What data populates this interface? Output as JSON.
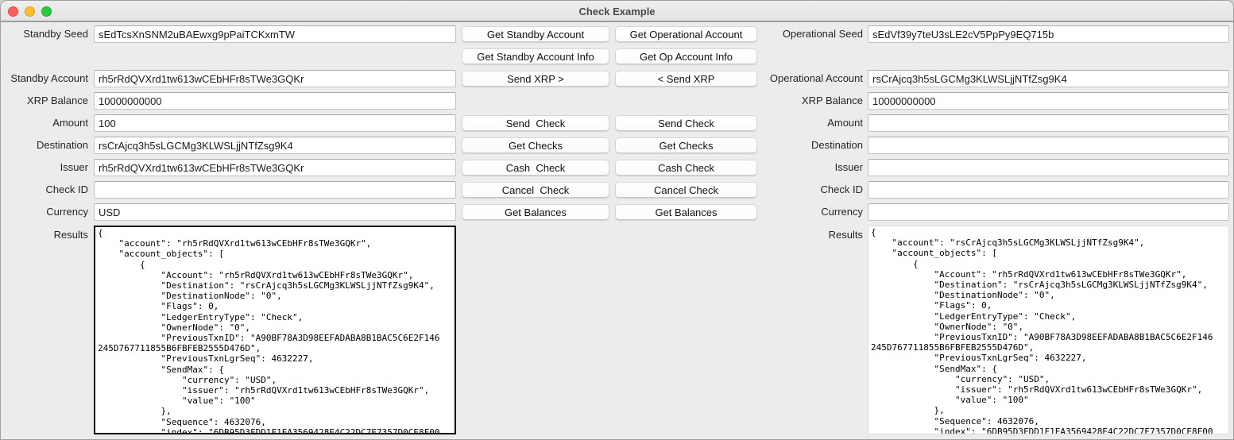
{
  "window": {
    "title": "Check Example"
  },
  "colors": {
    "titlebar_close": "#ff5f57",
    "titlebar_minimize": "#febc2e",
    "titlebar_zoom": "#28c840",
    "background": "#ececec",
    "results_focus_border": "#000000"
  },
  "standby": {
    "seed_label": "Standby Seed",
    "seed": "sEdTcsXnSNM2uBAEwxg9pPaiTCKxmTW",
    "account_label": "Standby Account",
    "account": "rh5rRdQVXrd1tw613wCEbHFr8sTWe3GQKr",
    "balance_label": "XRP Balance",
    "balance": "10000000000",
    "amount_label": "Amount",
    "amount": "100",
    "destination_label": "Destination",
    "destination": "rsCrAjcq3h5sLGCMg3KLWSLjjNTfZsg9K4",
    "issuer_label": "Issuer",
    "issuer": "rh5rRdQVXrd1tw613wCEbHFr8sTWe3GQKr",
    "check_id_label": "Check ID",
    "check_id": "",
    "currency_label": "Currency",
    "currency": "USD",
    "results_label": "Results",
    "results": "{\n    \"account\": \"rh5rRdQVXrd1tw613wCEbHFr8sTWe3GQKr\",\n    \"account_objects\": [\n        {\n            \"Account\": \"rh5rRdQVXrd1tw613wCEbHFr8sTWe3GQKr\",\n            \"Destination\": \"rsCrAjcq3h5sLGCMg3KLWSLjjNTfZsg9K4\",\n            \"DestinationNode\": \"0\",\n            \"Flags\": 0,\n            \"LedgerEntryType\": \"Check\",\n            \"OwnerNode\": \"0\",\n            \"PreviousTxnID\": \"A90BF78A3D98EEFADABA8B1BAC5C6E2F146\n245D767711855B6FBFEB2555D476D\",\n            \"PreviousTxnLgrSeq\": 4632227,\n            \"SendMax\": {\n                \"currency\": \"USD\",\n                \"issuer\": \"rh5rRdQVXrd1tw613wCEbHFr8sTWe3GQKr\",\n                \"value\": \"100\"\n            },\n            \"Sequence\": 4632076,\n            \"index\": \"6DB95D3FDD1F1EA3569428E4C22DC7E7357D0CE8F00"
  },
  "operational": {
    "seed_label": "Operational Seed",
    "seed": "sEdVf39y7teU3sLE2cV5PpPy9EQ715b",
    "account_label": "Operational Account",
    "account": "rsCrAjcq3h5sLGCMg3KLWSLjjNTfZsg9K4",
    "balance_label": "XRP Balance",
    "balance": "10000000000",
    "amount_label": "Amount",
    "amount": "",
    "destination_label": "Destination",
    "destination": "",
    "issuer_label": "Issuer",
    "issuer": "",
    "check_id_label": "Check ID",
    "check_id": "",
    "currency_label": "Currency",
    "currency": "",
    "results_label": "Results",
    "results": "{\n    \"account\": \"rsCrAjcq3h5sLGCMg3KLWSLjjNTfZsg9K4\",\n    \"account_objects\": [\n        {\n            \"Account\": \"rh5rRdQVXrd1tw613wCEbHFr8sTWe3GQKr\",\n            \"Destination\": \"rsCrAjcq3h5sLGCMg3KLWSLjjNTfZsg9K4\",\n            \"DestinationNode\": \"0\",\n            \"Flags\": 0,\n            \"LedgerEntryType\": \"Check\",\n            \"OwnerNode\": \"0\",\n            \"PreviousTxnID\": \"A90BF78A3D98EEFADABA8B1BAC5C6E2F146\n245D767711855B6FBFEB2555D476D\",\n            \"PreviousTxnLgrSeq\": 4632227,\n            \"SendMax\": {\n                \"currency\": \"USD\",\n                \"issuer\": \"rh5rRdQVXrd1tw613wCEbHFr8sTWe3GQKr\",\n                \"value\": \"100\"\n            },\n            \"Sequence\": 4632076,\n            \"index\": \"6DB95D3FDD1F1EA3569428E4C22DC7E7357D0CE8F00"
  },
  "buttons": {
    "standby": [
      "Get Standby Account",
      "Get Standby Account Info",
      "Send XRP >",
      "Send  Check",
      "Get Checks",
      "Cash  Check",
      "Cancel  Check",
      "Get Balances"
    ],
    "operational": [
      "Get Operational Account",
      "Get Op Account Info",
      "< Send XRP",
      "Send Check",
      "Get Checks",
      "Cash Check",
      "Cancel Check",
      "Get Balances"
    ]
  }
}
